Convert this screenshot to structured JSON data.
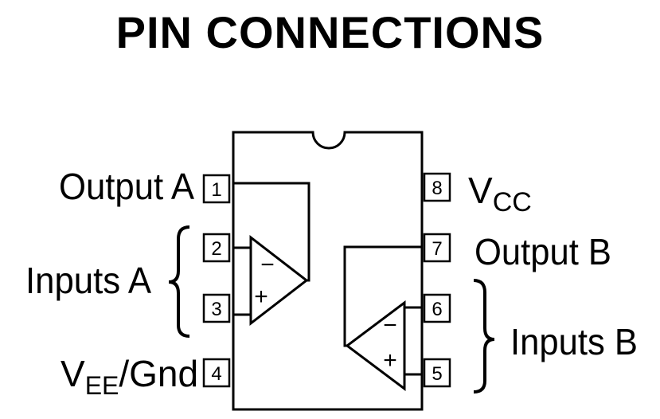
{
  "title": "PIN CONNECTIONS",
  "pins": {
    "p1": {
      "number": "1"
    },
    "p2": {
      "number": "2"
    },
    "p3": {
      "number": "3"
    },
    "p4": {
      "number": "4"
    },
    "p5": {
      "number": "5"
    },
    "p6": {
      "number": "6"
    },
    "p7": {
      "number": "7"
    },
    "p8": {
      "number": "8"
    }
  },
  "labels": {
    "output_a": "Output A",
    "inputs_a": "Inputs A",
    "vee_main": "V",
    "vee_sub": "EE",
    "vee_suffix": "/Gnd",
    "vcc_main": "V",
    "vcc_sub": "CC",
    "output_b": "Output B",
    "inputs_b": "Inputs B"
  },
  "opamp_signs": {
    "minus": "−",
    "plus": "+"
  }
}
